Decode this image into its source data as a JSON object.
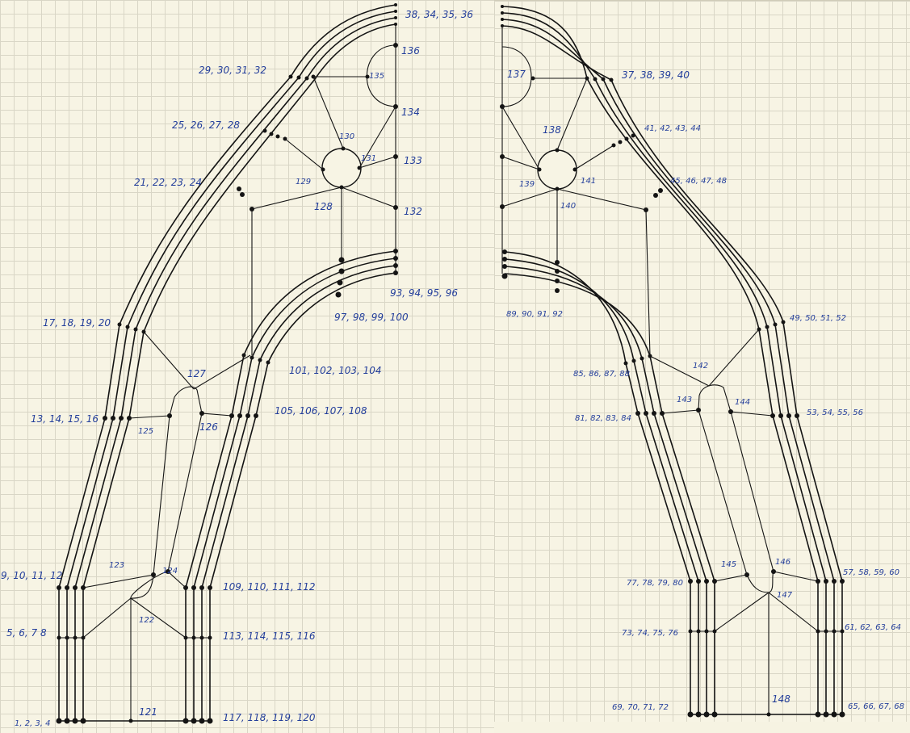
{
  "title": "",
  "left_labels": [
    "38, 34, 35, 36",
    "136",
    "29, 30, 31, 32",
    "135",
    "25, 26, 27, 28",
    "134",
    "130",
    "131",
    "133",
    "21, 22, 23, 24",
    "129",
    "128",
    "132",
    "93, 94, 95, 96",
    "97, 98, 99, 100",
    "17, 18, 19, 20",
    "127",
    "101, 102, 103, 104",
    "13, 14, 15, 16",
    "125",
    "126",
    "105, 106, 107, 108",
    "123",
    "124",
    "9, 10, 11, 12",
    "109, 110, 111, 112",
    "122",
    "5, 6, 7 8",
    "113, 114, 115, 116",
    "121",
    "1, 2, 3, 4",
    "117, 118, 119, 120"
  ],
  "right_labels": [
    "137",
    "37, 38, 39, 40",
    "138",
    "41, 42, 43, 44",
    "139",
    "141",
    "45, 46, 47, 48",
    "140",
    "89, 90, 91, 92",
    "49, 50, 51, 52",
    "85, 86, 87, 88",
    "142",
    "143",
    "144",
    "81, 82, 83, 84",
    "53, 54, 55, 56",
    "145",
    "146",
    "57, 58, 59, 60",
    "77, 78, 79, 80",
    "147",
    "73, 74, 75, 76",
    "61, 62, 63, 64",
    "148",
    "69, 70, 71, 72",
    "65, 66, 67, 68"
  ],
  "colors": {
    "ink": "#141414",
    "annotation": "#233e9b",
    "paper": "#f7f4e4",
    "grid": "#d9d6c6"
  }
}
